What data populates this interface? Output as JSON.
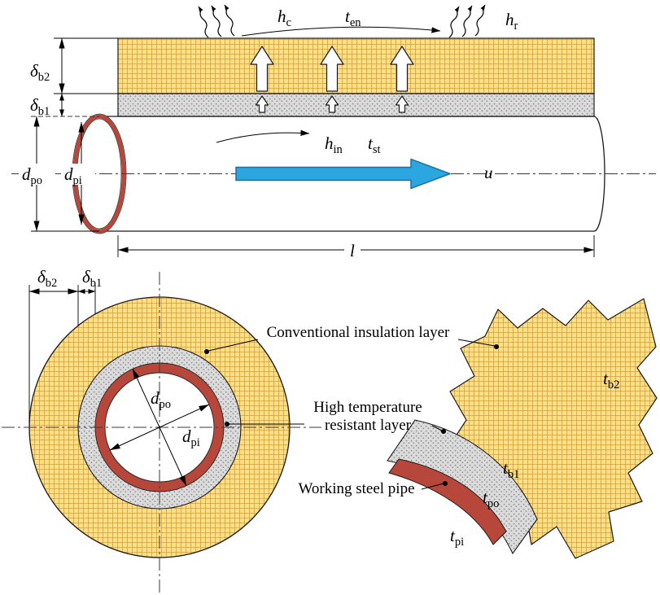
{
  "colors": {
    "insulation_fill": "#F9E08A",
    "insulation_grid": "#D2A13E",
    "barrier_fill": "#DBDBDB",
    "barrier_dot": "#8A8A8A",
    "pipe_red": "#B8473B",
    "flow_blue": "#2BA6DE",
    "flow_blue_dark": "#1B6FA3"
  },
  "top_view": {
    "delta_b2": {
      "base": "δ",
      "sub": "b2"
    },
    "delta_b1": {
      "base": "δ",
      "sub": "b1"
    },
    "d_po": {
      "base": "d",
      "sub": "po"
    },
    "d_pi": {
      "base": "d",
      "sub": "pi"
    },
    "h_c": {
      "base": "h",
      "sub": "c"
    },
    "t_en": {
      "base": "t",
      "sub": "en"
    },
    "h_r": {
      "base": "h",
      "sub": "r"
    },
    "h_in": {
      "base": "h",
      "sub": "in"
    },
    "t_st": {
      "base": "t",
      "sub": "st"
    },
    "u": "u",
    "l": "l"
  },
  "cross_section": {
    "delta_b2": {
      "base": "δ",
      "sub": "b2"
    },
    "delta_b1": {
      "base": "δ",
      "sub": "b1"
    },
    "d_po": {
      "base": "d",
      "sub": "po"
    },
    "d_pi": {
      "base": "d",
      "sub": "pi"
    }
  },
  "annotations": {
    "conventional": "Conventional insulation layer",
    "high_temp_1": "High temperature",
    "high_temp_2": "resistant layer",
    "working_pipe": "Working steel pipe"
  },
  "exploded": {
    "t_b2": {
      "base": "t",
      "sub": "b2"
    },
    "t_b1": {
      "base": "t",
      "sub": "b1"
    },
    "t_po": {
      "base": "t",
      "sub": "po"
    },
    "t_pi": {
      "base": "t",
      "sub": "pi"
    }
  }
}
